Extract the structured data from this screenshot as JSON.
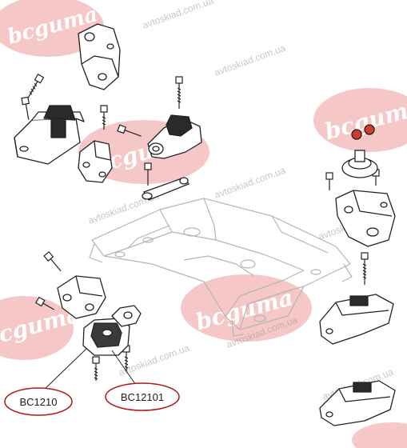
{
  "watermark": {
    "brand": "bcguma",
    "site": "avtoskiad.com.ua",
    "brand_color": "#e23b3b"
  },
  "callouts": [
    {
      "label": "BC1210",
      "color": "#b01515"
    },
    {
      "label": "BC12101",
      "color": "#b01515"
    }
  ]
}
